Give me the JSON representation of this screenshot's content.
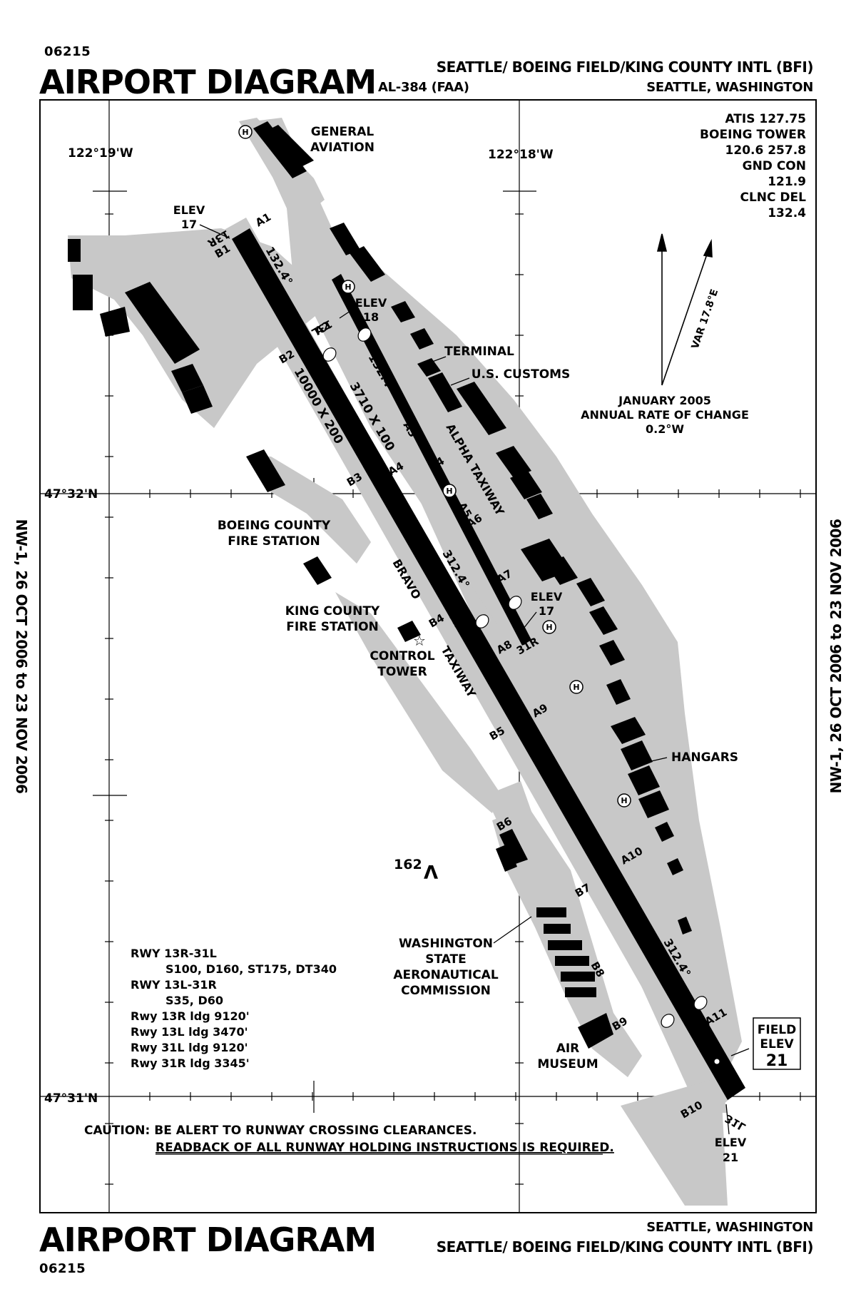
{
  "header": {
    "doc_number": "06215",
    "title": "AIRPORT DIAGRAM",
    "airport_name": "SEATTLE/ BOEING FIELD/KING COUNTY INTL (BFI)",
    "ident_code": "AL-384 (FAA)",
    "city_state": "SEATTLE, WASHINGTON"
  },
  "footer": {
    "title": "AIRPORT DIAGRAM",
    "doc_number": "06215",
    "city_state": "SEATTLE, WASHINGTON",
    "airport_name": "SEATTLE/ BOEING FIELD/KING COUNTY INTL (BFI)"
  },
  "side_labels": {
    "left": "NW-1, 26 OCT 2006 to 23 NOV 2006",
    "right": "NW-1, 26 OCT 2006 to 23 NOV 2006"
  },
  "coordinates": {
    "lon_west": "122°19'W",
    "lon_east": "122°18'W",
    "lat_north": "47°32'N",
    "lat_south": "47°31'N"
  },
  "frequencies": {
    "atis": "ATIS 127.75",
    "tower_label": "BOEING TOWER",
    "tower_freq": "120.6 257.8",
    "gnd_label": "GND CON",
    "gnd_freq": "121.9",
    "clnc_label": "CLNC DEL",
    "clnc_freq": "132.4"
  },
  "magnetic": {
    "variation": "VAR 17.8°E",
    "date": "JANUARY 2005",
    "rate_label": "ANNUAL RATE OF CHANGE",
    "rate": "0.2°W"
  },
  "runways": {
    "r13r_label": "13R",
    "r13l_label": "13L",
    "r31r_label": "31R",
    "r31l_label": "31L",
    "main_dims": "10000 X 200",
    "short_dims": "3710 X 100",
    "hdg_13r": "132.4°",
    "hdg_13l": "132.4°",
    "hdg_31l_mid": "312.4°",
    "hdg_31l_low": "312.4°"
  },
  "elevations": {
    "elev_label": "ELEV",
    "rwy13r": "17",
    "rwy13l": "18",
    "rwy31r": "17",
    "rwy31l": "21",
    "field_label_1": "FIELD",
    "field_label_2": "ELEV",
    "field_value": "21",
    "obstacle": "162"
  },
  "taxiways": {
    "a1": "A1",
    "a2": "A2",
    "a3": "A3",
    "a4a": "A4",
    "a4b": "A4",
    "a5": "A5",
    "a6": "A6",
    "a7a": "A7",
    "a7b": "A7",
    "a8": "A8",
    "a9": "A9",
    "a10": "A10",
    "a11": "A11",
    "b1": "B1",
    "b2": "B2",
    "b3": "B3",
    "b4": "B4",
    "b5": "B5",
    "b6": "B6",
    "b7": "B7",
    "b8": "B8",
    "b9": "B9",
    "b10": "B10",
    "alpha": "ALPHA TAXIWAY",
    "bravo_1": "BRAVO",
    "bravo_2": "TAXIWAY"
  },
  "facilities": {
    "ga_1": "GENERAL",
    "ga_2": "AVIATION",
    "terminal": "TERMINAL",
    "customs": "U.S. CUSTOMS",
    "boeing_fire_1": "BOEING COUNTY",
    "boeing_fire_2": "FIRE STATION",
    "king_fire_1": "KING COUNTY",
    "king_fire_2": "FIRE STATION",
    "tower_1": "CONTROL",
    "tower_2": "TOWER",
    "hangars": "HANGARS",
    "wsac_1": "WASHINGTON",
    "wsac_2": "STATE",
    "wsac_3": "AERONAUTICAL",
    "wsac_4": "COMMISSION",
    "museum_1": "AIR",
    "museum_2": "MUSEUM",
    "heliport": "H"
  },
  "runway_info": {
    "line1": "RWY 13R-31L",
    "line2": "S100, D160, ST175, DT340",
    "line3": "RWY 13L-31R",
    "line4": "S35, D60",
    "line5": "Rwy 13R ldg 9120'",
    "line6": "Rwy 13L ldg 3470'",
    "line7": "Rwy 31L ldg 9120'",
    "line8": "Rwy 31R ldg 3345'"
  },
  "caution": {
    "line1": "CAUTION: BE ALERT TO RUNWAY CROSSING CLEARANCES.",
    "line2": "READBACK OF ALL RUNWAY HOLDING INSTRUCTIONS IS REQUIRED."
  },
  "colors": {
    "pavement": "#c8c8c8",
    "runway": "#000000",
    "building": "#000000",
    "frame": "#000000"
  }
}
